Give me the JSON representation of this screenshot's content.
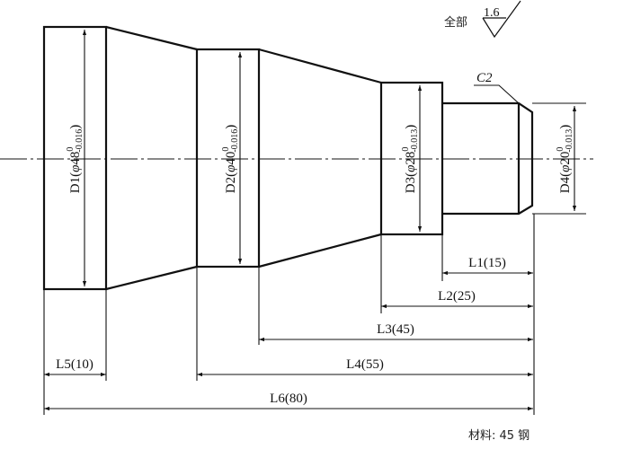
{
  "roughness": {
    "prefix": "全部",
    "value": "1.6"
  },
  "chamfer": {
    "label": "C2"
  },
  "diameters": [
    {
      "id": "D1",
      "open": "D1(",
      "phi": "φ",
      "nominal": "48",
      "upper": "0",
      "lower": "-0.016",
      "close": ")"
    },
    {
      "id": "D2",
      "open": "D2(",
      "phi": "φ",
      "nominal": "40",
      "upper": "0",
      "lower": "-0.016",
      "close": ")"
    },
    {
      "id": "D3",
      "open": "D3(",
      "phi": "φ",
      "nominal": "28",
      "upper": "0",
      "lower": "-0.013",
      "close": ")"
    },
    {
      "id": "D4",
      "open": "D4(",
      "phi": "φ",
      "nominal": "20",
      "upper": "0",
      "lower": "-0.013",
      "close": ")"
    }
  ],
  "lengths": [
    {
      "id": "L1",
      "label": "L1(15)",
      "value": 15
    },
    {
      "id": "L2",
      "label": "L2(25)",
      "value": 25
    },
    {
      "id": "L3",
      "label": "L3(45)",
      "value": 45
    },
    {
      "id": "L4",
      "label": "L4(55)",
      "value": 55
    },
    {
      "id": "L5",
      "label": "L5(10)",
      "value": 10
    },
    {
      "id": "L6",
      "label": "L6(80)",
      "value": 80
    }
  ],
  "material": {
    "label": "材料: 45 钢"
  },
  "colors": {
    "line": "#111111",
    "background": "#ffffff"
  }
}
